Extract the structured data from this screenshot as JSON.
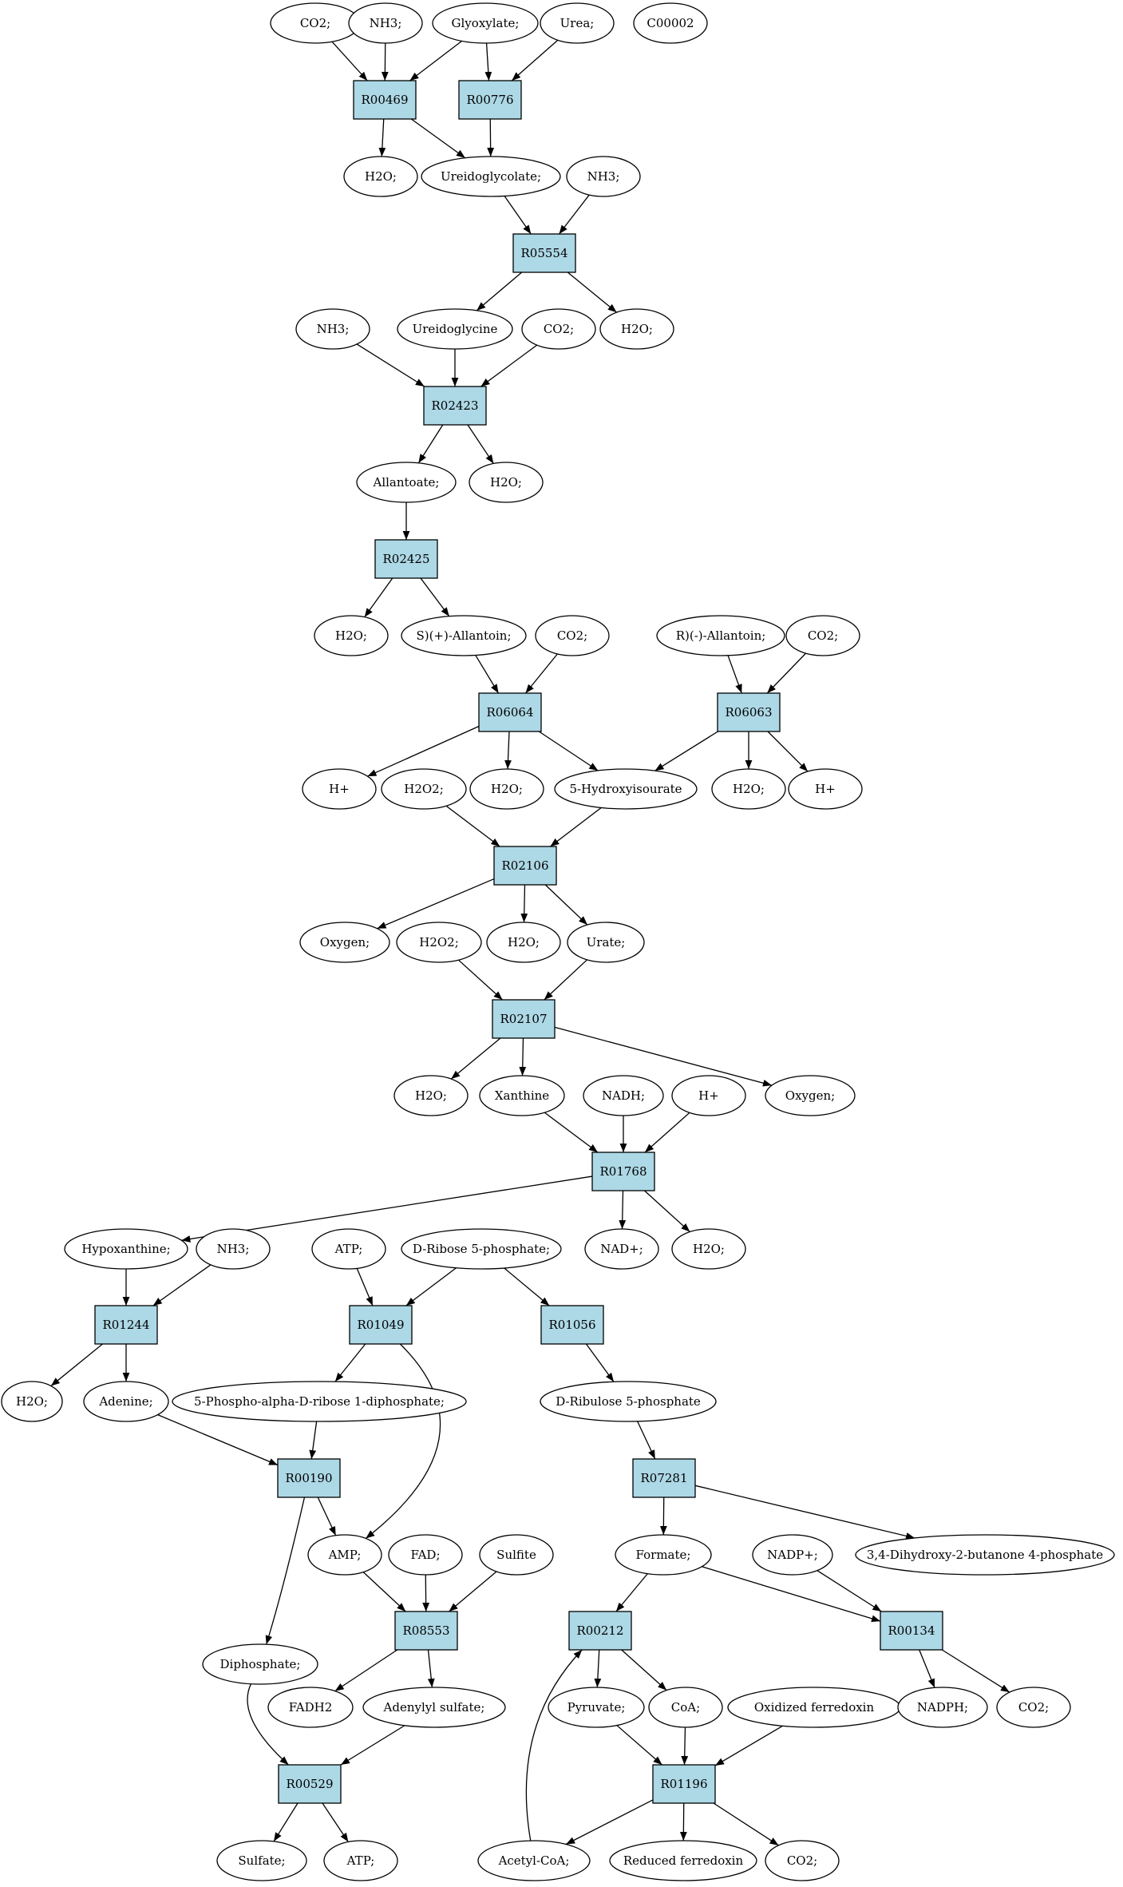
{
  "colors": {
    "reaction_fill": "#add8e6",
    "metabolite_fill": "#ffffff",
    "highlight_yellow": "#ffff00",
    "highlight_green": "#00ff00",
    "stroke": "#000000"
  },
  "metabolites": [
    {
      "id": "m01",
      "label": "CO2;"
    },
    {
      "id": "m02",
      "label": "NH3;"
    },
    {
      "id": "m03",
      "label": "Glyoxylate;"
    },
    {
      "id": "m04",
      "label": "Urea;"
    },
    {
      "id": "m05",
      "label": "C00002",
      "highlight": "yellow"
    },
    {
      "id": "m06",
      "label": "H2O;"
    },
    {
      "id": "m07",
      "label": "Ureidoglycolate;"
    },
    {
      "id": "m08",
      "label": "NH3;"
    },
    {
      "id": "m09",
      "label": "NH3;"
    },
    {
      "id": "m10",
      "label": "Ureidoglycine"
    },
    {
      "id": "m11",
      "label": "CO2;"
    },
    {
      "id": "m12",
      "label": "H2O;"
    },
    {
      "id": "m13",
      "label": "Allantoate;"
    },
    {
      "id": "m14",
      "label": "H2O;"
    },
    {
      "id": "m15",
      "label": "H2O;"
    },
    {
      "id": "m16",
      "label": "S)(+)-Allantoin;"
    },
    {
      "id": "m17",
      "label": "CO2;"
    },
    {
      "id": "m18",
      "label": "R)(-)-Allantoin;"
    },
    {
      "id": "m19",
      "label": "CO2;"
    },
    {
      "id": "m20",
      "label": "H+"
    },
    {
      "id": "m21",
      "label": "H2O2;"
    },
    {
      "id": "m22",
      "label": "H2O;"
    },
    {
      "id": "m23",
      "label": "5-Hydroxyisourate"
    },
    {
      "id": "m24",
      "label": "H2O;"
    },
    {
      "id": "m25",
      "label": "H+"
    },
    {
      "id": "m26",
      "label": "Oxygen;"
    },
    {
      "id": "m27",
      "label": "H2O2;"
    },
    {
      "id": "m28",
      "label": "H2O;"
    },
    {
      "id": "m29",
      "label": "Urate;"
    },
    {
      "id": "m30",
      "label": "H2O;"
    },
    {
      "id": "m31",
      "label": "Xanthine"
    },
    {
      "id": "m32",
      "label": "NADH;"
    },
    {
      "id": "m33",
      "label": "H+"
    },
    {
      "id": "m34",
      "label": "Oxygen;"
    },
    {
      "id": "m35",
      "label": "Hypoxanthine;"
    },
    {
      "id": "m36",
      "label": "NH3;"
    },
    {
      "id": "m37",
      "label": "ATP;"
    },
    {
      "id": "m38",
      "label": "D-Ribose 5-phosphate;",
      "highlight": "green"
    },
    {
      "id": "m39",
      "label": "NAD+;"
    },
    {
      "id": "m40",
      "label": "H2O;"
    },
    {
      "id": "m41",
      "label": "H2O;"
    },
    {
      "id": "m42",
      "label": "Adenine;"
    },
    {
      "id": "m43",
      "label": "5-Phospho-alpha-D-ribose 1-diphosphate;"
    },
    {
      "id": "m44",
      "label": "D-Ribulose 5-phosphate"
    },
    {
      "id": "m45",
      "label": "AMP;"
    },
    {
      "id": "m46",
      "label": "FAD;"
    },
    {
      "id": "m47",
      "label": "Sulfite"
    },
    {
      "id": "m48",
      "label": "Formate;"
    },
    {
      "id": "m49",
      "label": "NADP+;"
    },
    {
      "id": "m50",
      "label": "3,4-Dihydroxy-2-butanone 4-phosphate"
    },
    {
      "id": "m51",
      "label": "Diphosphate;"
    },
    {
      "id": "m52",
      "label": "FADH2"
    },
    {
      "id": "m53",
      "label": "Adenylyl sulfate;"
    },
    {
      "id": "m54",
      "label": "Pyruvate;"
    },
    {
      "id": "m55",
      "label": "CoA;"
    },
    {
      "id": "m56",
      "label": "Oxidized ferredoxin"
    },
    {
      "id": "m57",
      "label": "NADPH;"
    },
    {
      "id": "m58",
      "label": "CO2;"
    },
    {
      "id": "m59",
      "label": "Sulfate;"
    },
    {
      "id": "m60",
      "label": "ATP;"
    },
    {
      "id": "m61",
      "label": "Acetyl-CoA;"
    },
    {
      "id": "m62",
      "label": "Reduced ferredoxin"
    },
    {
      "id": "m63",
      "label": "CO2;"
    }
  ],
  "reactions": [
    {
      "id": "rA",
      "label": "R00469"
    },
    {
      "id": "rB",
      "label": "R00776"
    },
    {
      "id": "rC",
      "label": "R05554"
    },
    {
      "id": "rD",
      "label": "R02423"
    },
    {
      "id": "rE",
      "label": "R02425"
    },
    {
      "id": "rF",
      "label": "R06064"
    },
    {
      "id": "rG",
      "label": "R06063"
    },
    {
      "id": "rH",
      "label": "R02106"
    },
    {
      "id": "rI",
      "label": "R02107"
    },
    {
      "id": "rJ",
      "label": "R01768"
    },
    {
      "id": "rK",
      "label": "R01244"
    },
    {
      "id": "rL",
      "label": "R01049"
    },
    {
      "id": "rM",
      "label": "R01056"
    },
    {
      "id": "rN",
      "label": "R00190"
    },
    {
      "id": "rO",
      "label": "R07281"
    },
    {
      "id": "rP",
      "label": "R08553"
    },
    {
      "id": "rQ",
      "label": "R00212"
    },
    {
      "id": "rR",
      "label": "R00134"
    },
    {
      "id": "rS",
      "label": "R01196"
    },
    {
      "id": "rT",
      "label": "R00529"
    }
  ],
  "edges": [
    [
      "m01",
      "rA"
    ],
    [
      "m02",
      "rA"
    ],
    [
      "m03",
      "rA"
    ],
    [
      "m03",
      "rB"
    ],
    [
      "m04",
      "rB"
    ],
    [
      "rA",
      "m06"
    ],
    [
      "rA",
      "m07"
    ],
    [
      "rB",
      "m07"
    ],
    [
      "m07",
      "rC"
    ],
    [
      "m08",
      "rC"
    ],
    [
      "rC",
      "m10"
    ],
    [
      "rC",
      "m12"
    ],
    [
      "m09",
      "rD"
    ],
    [
      "m10",
      "rD"
    ],
    [
      "m11",
      "rD"
    ],
    [
      "rD",
      "m13"
    ],
    [
      "rD",
      "m14"
    ],
    [
      "m13",
      "rE"
    ],
    [
      "rE",
      "m15"
    ],
    [
      "rE",
      "m16"
    ],
    [
      "m16",
      "rF"
    ],
    [
      "m17",
      "rF"
    ],
    [
      "m18",
      "rG"
    ],
    [
      "m19",
      "rG"
    ],
    [
      "rF",
      "m20"
    ],
    [
      "rF",
      "m22"
    ],
    [
      "rF",
      "m23"
    ],
    [
      "rG",
      "m23"
    ],
    [
      "rG",
      "m24"
    ],
    [
      "rG",
      "m25"
    ],
    [
      "m21",
      "rH"
    ],
    [
      "m23",
      "rH"
    ],
    [
      "rH",
      "m26"
    ],
    [
      "rH",
      "m28"
    ],
    [
      "rH",
      "m29"
    ],
    [
      "m27",
      "rI"
    ],
    [
      "m29",
      "rI"
    ],
    [
      "rI",
      "m30"
    ],
    [
      "rI",
      "m31"
    ],
    [
      "rI",
      "m34"
    ],
    [
      "m31",
      "rJ"
    ],
    [
      "m32",
      "rJ"
    ],
    [
      "m33",
      "rJ"
    ],
    [
      "rJ",
      "m35"
    ],
    [
      "rJ",
      "m39"
    ],
    [
      "rJ",
      "m40"
    ],
    [
      "m35",
      "rK"
    ],
    [
      "m36",
      "rK"
    ],
    [
      "rK",
      "m41"
    ],
    [
      "rK",
      "m42"
    ],
    [
      "m37",
      "rL"
    ],
    [
      "m38",
      "rL"
    ],
    [
      "m38",
      "rM"
    ],
    [
      "rL",
      "m43"
    ],
    [
      "rL",
      "m45"
    ],
    [
      "rM",
      "m44"
    ],
    [
      "m42",
      "rN"
    ],
    [
      "m43",
      "rN"
    ],
    [
      "rN",
      "m45"
    ],
    [
      "rN",
      "m51"
    ],
    [
      "m44",
      "rO"
    ],
    [
      "rO",
      "m48"
    ],
    [
      "rO",
      "m50"
    ],
    [
      "m45",
      "rP"
    ],
    [
      "m46",
      "rP"
    ],
    [
      "m47",
      "rP"
    ],
    [
      "rP",
      "m52"
    ],
    [
      "rP",
      "m53"
    ],
    [
      "m48",
      "rQ"
    ],
    [
      "m61",
      "rQ"
    ],
    [
      "m48",
      "rR"
    ],
    [
      "m49",
      "rR"
    ],
    [
      "rQ",
      "m54"
    ],
    [
      "rQ",
      "m55"
    ],
    [
      "rR",
      "m57"
    ],
    [
      "rR",
      "m58"
    ],
    [
      "m54",
      "rS"
    ],
    [
      "m55",
      "rS"
    ],
    [
      "m56",
      "rS"
    ],
    [
      "rS",
      "m61"
    ],
    [
      "rS",
      "m62"
    ],
    [
      "rS",
      "m63"
    ],
    [
      "m51",
      "rT"
    ],
    [
      "m53",
      "rT"
    ],
    [
      "rT",
      "m59"
    ],
    [
      "rT",
      "m60"
    ]
  ]
}
